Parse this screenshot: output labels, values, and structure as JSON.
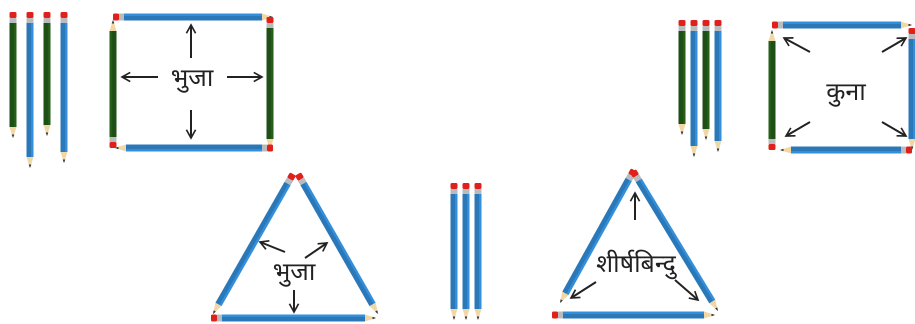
{
  "labels": {
    "square_sides": "भुजा",
    "square_corners": "कुना",
    "triangle_sides": "भुजा",
    "triangle_vertices": "शीर्षबिन्दु"
  },
  "colors": {
    "blue_pencil": "#2b78b8",
    "green_pencil": "#1e4f14",
    "eraser": "#e0201a",
    "ferrule": "#b8bcbf",
    "wood": "#f0d7a4",
    "arrow": "#222222"
  },
  "icons": [
    "pencil-icon",
    "arrow-icon"
  ]
}
